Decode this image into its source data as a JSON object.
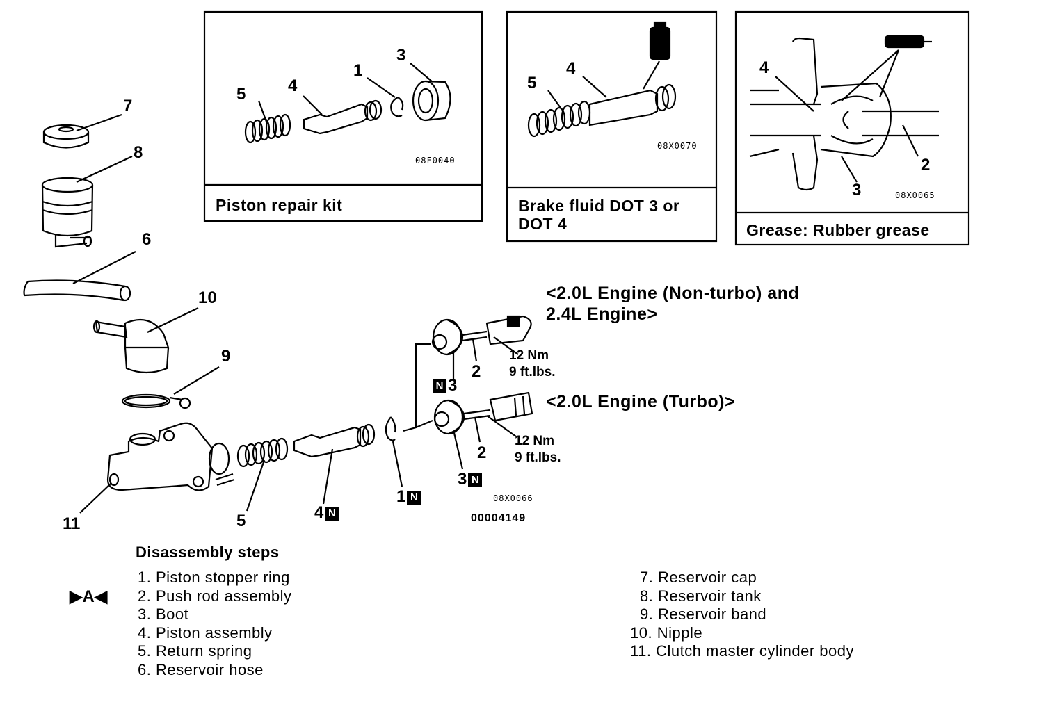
{
  "panels": {
    "piston_kit": {
      "caption": "Piston repair kit",
      "code": "08F0040",
      "callouts": [
        "5",
        "4",
        "1",
        "3"
      ]
    },
    "brake_fluid": {
      "caption_line1": "Brake fluid DOT 3 or",
      "caption_line2": "DOT 4",
      "code": "08X0070",
      "callouts": [
        "5",
        "4"
      ]
    },
    "grease": {
      "caption": "Grease: Rubber grease",
      "code": "08X0065",
      "callouts": [
        "4",
        "2",
        "3"
      ]
    }
  },
  "engines": {
    "nonturbo_line1": "<2.0L Engine (Non-turbo) and",
    "nonturbo_line2": "2.4L Engine>",
    "turbo": "<2.0L Engine (Turbo)>"
  },
  "torque": {
    "upper_nm": "12 Nm",
    "upper_ftlbs": "9 ft.lbs.",
    "lower_nm": "12 Nm",
    "lower_ftlbs": "9 ft.lbs."
  },
  "main_callouts": {
    "c7": "7",
    "c8": "8",
    "c6": "6",
    "c10": "10",
    "c9": "9",
    "c11": "11",
    "c5": "5",
    "c4": "4",
    "c1": "1",
    "c2_upper": "2",
    "c3_upper": "3",
    "c2_lower": "2",
    "c3_lower": "3",
    "n_badge": "N"
  },
  "codes": {
    "main": "08X0066",
    "figure_id": "00004149"
  },
  "disassembly": {
    "title": "Disassembly steps",
    "marker": "▶A◀",
    "left_steps": [
      "1. Piston stopper ring",
      "2. Push rod assembly",
      "3. Boot",
      "4. Piston assembly",
      "5. Return spring",
      "6. Reservoir hose"
    ],
    "right_steps": [
      "7. Reservoir cap",
      "8. Reservoir tank",
      "9. Reservoir band",
      "10. Nipple",
      "11. Clutch master cylinder body"
    ]
  }
}
